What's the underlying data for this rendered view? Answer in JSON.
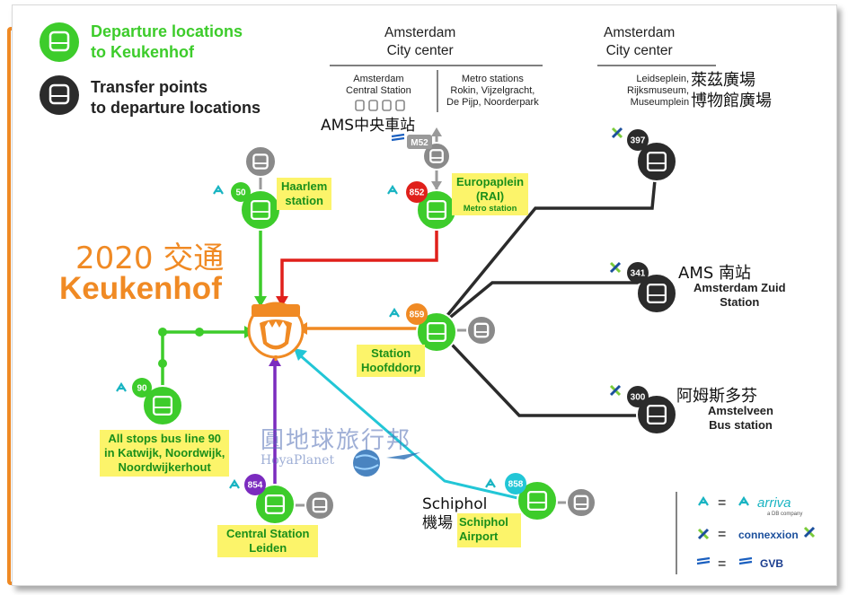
{
  "legend": {
    "departure": "Departure locations\nto Keukenhof",
    "transfer": "Transfer points\nto departure locations"
  },
  "headers": {
    "city_center_left": "Amsterdam\nCity center",
    "city_center_right": "Amsterdam\nCity center",
    "central_station_en": "Amsterdam\nCentral Station",
    "metro": "Metro stations\nRokin, Vijzelgracht,\nDe Pijp, Noorderpark",
    "leidseplein": "Leidseplein,\nRijksmuseum,\nMuseumplein",
    "leidseplein_zh": "萊茲廣場\n博物館廣場",
    "ams_central_zh": "AMS中央車站"
  },
  "title": {
    "line1": "2020 交通",
    "line2": "Keukenhof"
  },
  "stops": {
    "haarlem": "Haarlem\nstation",
    "europaplein": "Europaplein\n(RAI)",
    "europaplein_sub": "Metro station",
    "hoofddorp": "Station\nHoofddorp",
    "line90": "All stops bus line 90\nin Katwijk, Noordwijk,\nNoordwijkerhout",
    "leiden": "Central Station\nLeiden",
    "schiphol": "Schiphol\nAirport",
    "schiphol_zh": "Schiphol\n機場",
    "zuid_zh": "AMS 南站",
    "zuid": "Amsterdam Zuid\nStation",
    "amstelveen_zh": "阿姆斯多芬",
    "amstelveen": "Amstelveen\nBus station"
  },
  "badges": {
    "b50": "50",
    "b852": "852",
    "b859": "859",
    "b90": "90",
    "b854": "854",
    "b858": "858",
    "b397": "397",
    "b341": "341",
    "b300": "300",
    "m52": "M52"
  },
  "operators": {
    "eq": "=",
    "arriva": "arriva",
    "arriva_sub": "a DB company",
    "connexxion": "connexxion",
    "gvb": "GVB"
  },
  "watermark": {
    "zh": "圓地球旅行邦",
    "en": "HoyaPlanet"
  },
  "colors": {
    "green": "#3dcc2b",
    "dark": "#2b2b2b",
    "orange": "#f08a24",
    "red": "#e0201b",
    "purple": "#7b2bbf",
    "cyan": "#22c6d6",
    "grey": "#8a8a8a"
  }
}
